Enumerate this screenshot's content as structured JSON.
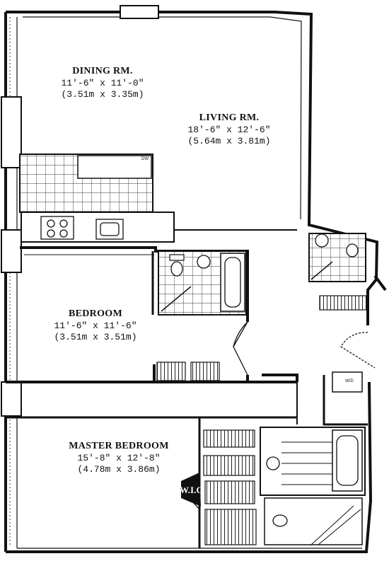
{
  "rooms": {
    "dining": {
      "name": "DINING RM.",
      "dim_imperial": "11'-6\" x 11'-0\"",
      "dim_metric": "(3.51m x 3.35m)"
    },
    "living": {
      "name": "LIVING RM.",
      "dim_imperial": "18'-6\" x 12'-6\"",
      "dim_metric": "(5.64m x 3.81m)"
    },
    "bedroom": {
      "name": "BEDROOM",
      "dim_imperial": "11'-6\" x 11'-6\"",
      "dim_metric": "(3.51m x 3.51m)"
    },
    "master": {
      "name": "MASTER BEDROOM",
      "dim_imperial": "15'-8\" x 12'-8\"",
      "dim_metric": "(4.78m x 3.86m)"
    },
    "wic": {
      "name": "W.I.C."
    }
  },
  "fixtures": {
    "dw": "DW",
    "wd": "W/D"
  }
}
